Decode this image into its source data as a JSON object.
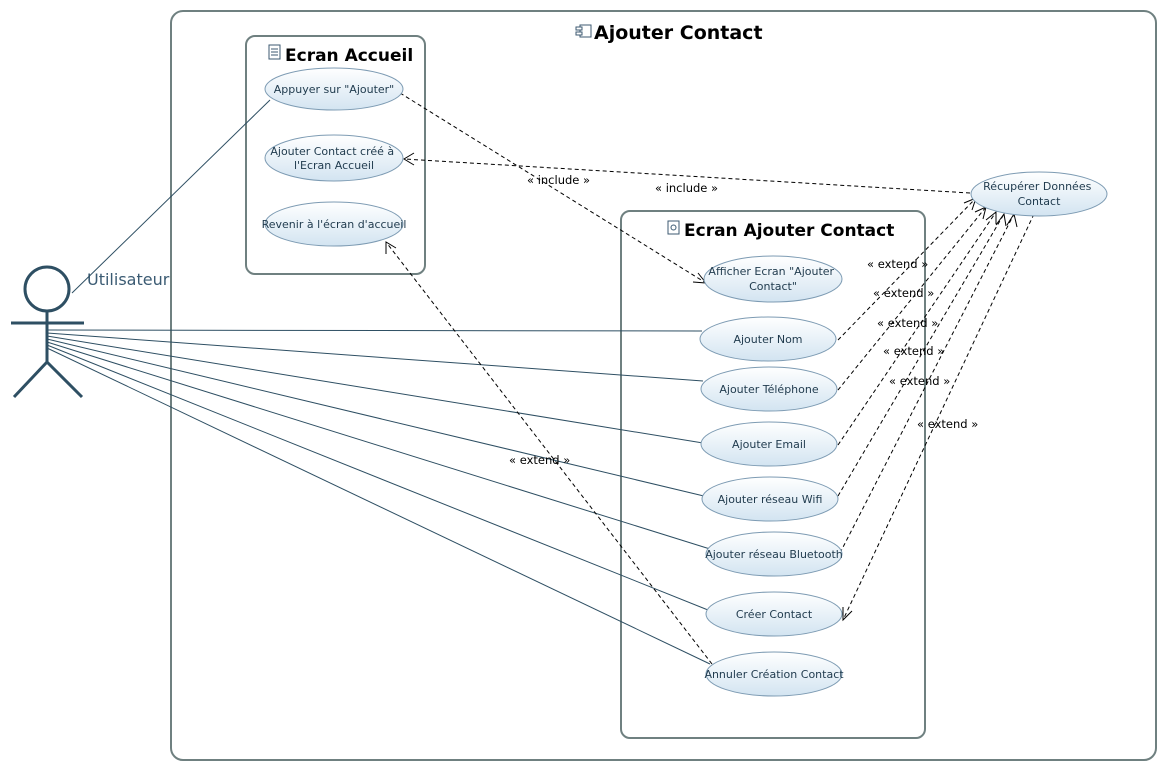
{
  "system": {
    "title": "Ajouter Contact"
  },
  "actor": {
    "name": "Utilisateur"
  },
  "packages": {
    "accueil": {
      "title": "Ecran Accueil"
    },
    "ajout": {
      "title": "Ecran Ajouter Contact"
    }
  },
  "use_cases": {
    "appuyer": [
      "Appuyer sur \"Ajouter\""
    ],
    "cree_accueil": [
      "Ajouter Contact créé à",
      "l'Ecran Accueil"
    ],
    "revenir": [
      "Revenir à l'écran d'accueil"
    ],
    "afficher": [
      "Afficher Ecran \"Ajouter",
      "Contact\""
    ],
    "nom": [
      "Ajouter Nom"
    ],
    "telephone": [
      "Ajouter Téléphone"
    ],
    "email": [
      "Ajouter Email"
    ],
    "wifi": [
      "Ajouter réseau Wifi"
    ],
    "bluetooth": [
      "Ajouter réseau Bluetooth"
    ],
    "creer": [
      "Créer Contact"
    ],
    "annuler": [
      "Annuler Création Contact"
    ],
    "recuperer": [
      "Récupérer Données",
      "Contact"
    ]
  },
  "relations": {
    "include": "« include »",
    "extend": "« extend »"
  },
  "colors": {
    "border": "#6f8080",
    "line": "#2e4f63",
    "uc_fill_top": "#ffffff",
    "uc_fill_bottom": "#d6e6f2",
    "uc_stroke": "#7d9bb3"
  }
}
